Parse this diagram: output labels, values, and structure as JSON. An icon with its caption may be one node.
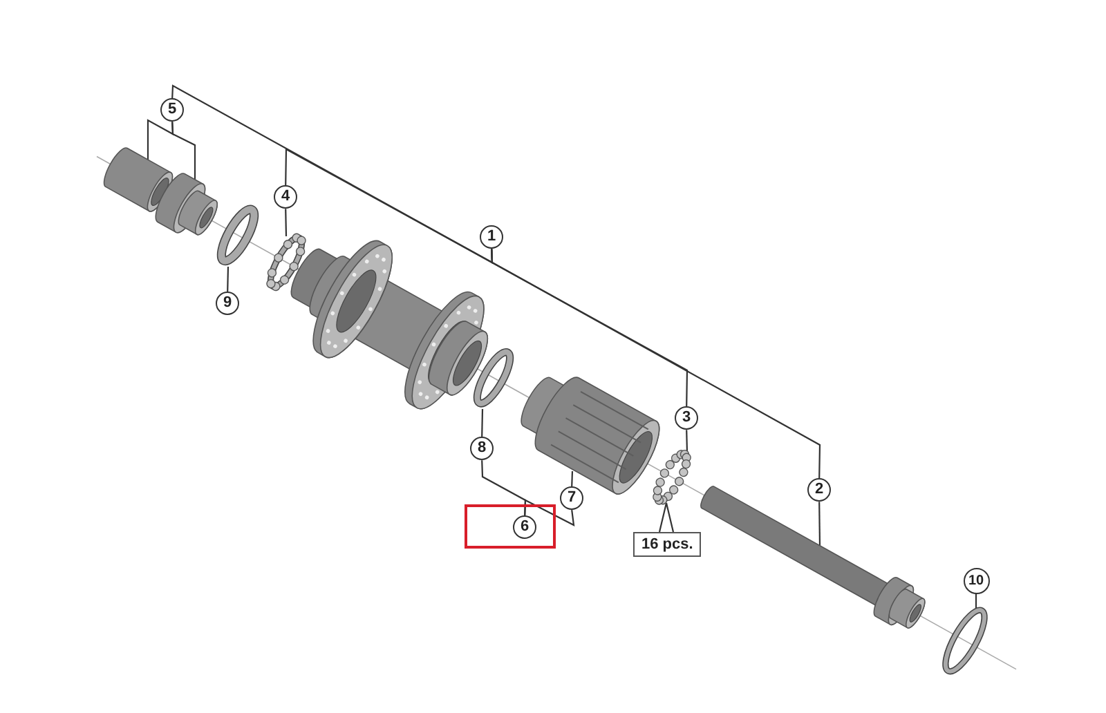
{
  "diagram": {
    "nodes": [
      {
        "text": [
          "5"
        ]
      },
      {
        "text": [],
        "shape": "picture"
      },
      {
        "text": [],
        "shape": "picture"
      },
      {
        "text": [
          "4"
        ]
      },
      {
        "text": [
          "1"
        ]
      },
      {
        "text": [],
        "shape": "ring"
      },
      {
        "text": [],
        "shape": "picture"
      },
      {
        "text": [
          "9"
        ]
      },
      {
        "text": [],
        "shape": "picture"
      },
      {
        "text": [],
        "shape": "ring"
      },
      {
        "text": [
          "3"
        ]
      },
      {
        "text": [
          "8"
        ]
      },
      {
        "text": [],
        "shape": "picture"
      },
      {
        "text": [
          "2"
        ]
      },
      {
        "text": [
          "7"
        ]
      },
      {
        "text": [],
        "shape": "picture"
      },
      {
        "text": [
          "6"
        ]
      },
      {
        "text": [
          "16 pcs."
        ]
      },
      {
        "text": [],
        "shape": "picture"
      },
      {
        "text": [
          "10"
        ]
      },
      {
        "text": [],
        "shape": "ring"
      }
    ],
    "edges": [
      {
        "from": 4,
        "to": 0,
        "arrow": "none"
      },
      {
        "from": 4,
        "to": 3,
        "arrow": "none"
      },
      {
        "from": 4,
        "to": 10,
        "arrow": "none"
      },
      {
        "from": 4,
        "to": 13,
        "arrow": "none"
      },
      {
        "from": 0,
        "to": 1,
        "arrow": "none"
      },
      {
        "from": 0,
        "to": 2,
        "arrow": "none"
      },
      {
        "from": 3,
        "to": 6,
        "arrow": "none"
      },
      {
        "from": 7,
        "to": 5,
        "arrow": "none"
      },
      {
        "from": 11,
        "to": 9,
        "arrow": "none"
      },
      {
        "from": 14,
        "to": 12,
        "arrow": "none"
      },
      {
        "from": 16,
        "to": 11,
        "arrow": "none"
      },
      {
        "from": 16,
        "to": 14,
        "arrow": "none"
      },
      {
        "from": 10,
        "to": 15,
        "arrow": "none"
      },
      {
        "from": 17,
        "to": 15,
        "arrow": "none"
      },
      {
        "from": 17,
        "to": 15,
        "arrow": "none"
      },
      {
        "from": 13,
        "to": 18,
        "arrow": "none"
      },
      {
        "from": 19,
        "to": 20,
        "arrow": "none"
      }
    ]
  }
}
